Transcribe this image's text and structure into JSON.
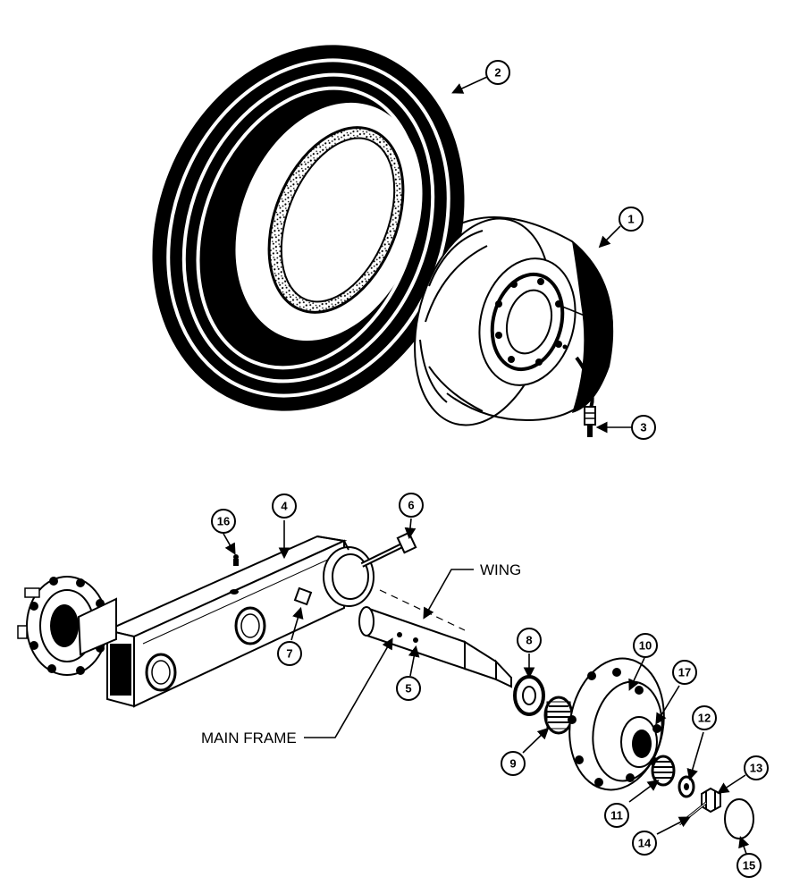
{
  "callouts": {
    "c1": "1",
    "c2": "2",
    "c3": "3",
    "c4": "4",
    "c5": "5",
    "c6": "6",
    "c7": "7",
    "c8": "8",
    "c9": "9",
    "c10": "10",
    "c11": "11",
    "c12": "12",
    "c13": "13",
    "c14": "14",
    "c15": "15",
    "c16": "16",
    "c17": "17"
  },
  "labels": {
    "wing": "WING",
    "main_frame": "MAIN FRAME"
  }
}
